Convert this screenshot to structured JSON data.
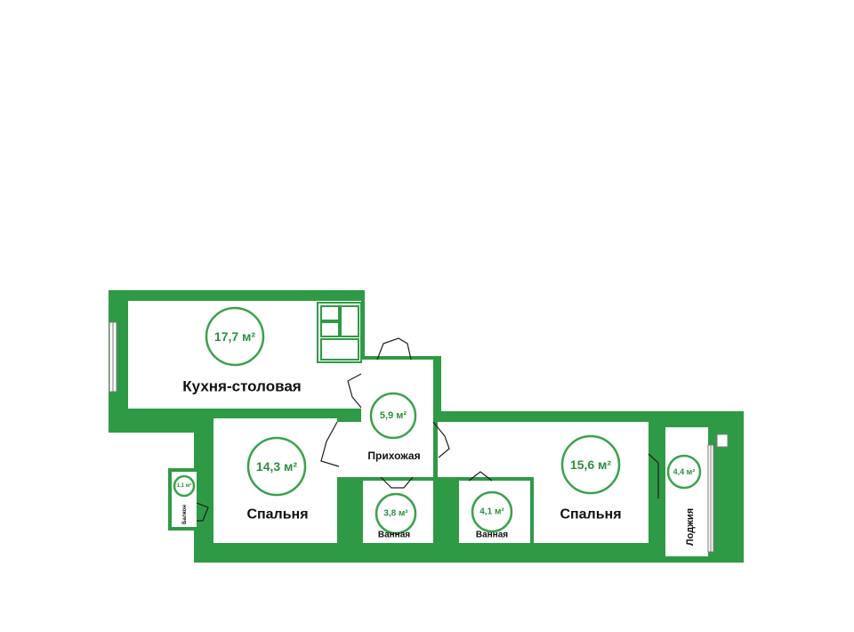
{
  "rooms": {
    "kitchen": {
      "area": "17,7 м²",
      "label": "Кухня-столовая"
    },
    "hall": {
      "area": "5,9 м²",
      "label": "Прихожая"
    },
    "bedroom1": {
      "area": "14,3 м²",
      "label": "Спальня"
    },
    "bedroom2": {
      "area": "15,6 м²",
      "label": "Спальня"
    },
    "bath1": {
      "area": "3,8 м²",
      "label": "Ванная"
    },
    "bath2": {
      "area": "4,1 м²",
      "label": "Ванная"
    },
    "balcony": {
      "area": "1,1 м²",
      "label": "Балкон"
    },
    "loggia": {
      "area": "4,4 м²",
      "label": "Лоджия"
    }
  },
  "colors": {
    "wall": "#2f9a45",
    "badge": "#3aa24c",
    "text": "#111111"
  }
}
